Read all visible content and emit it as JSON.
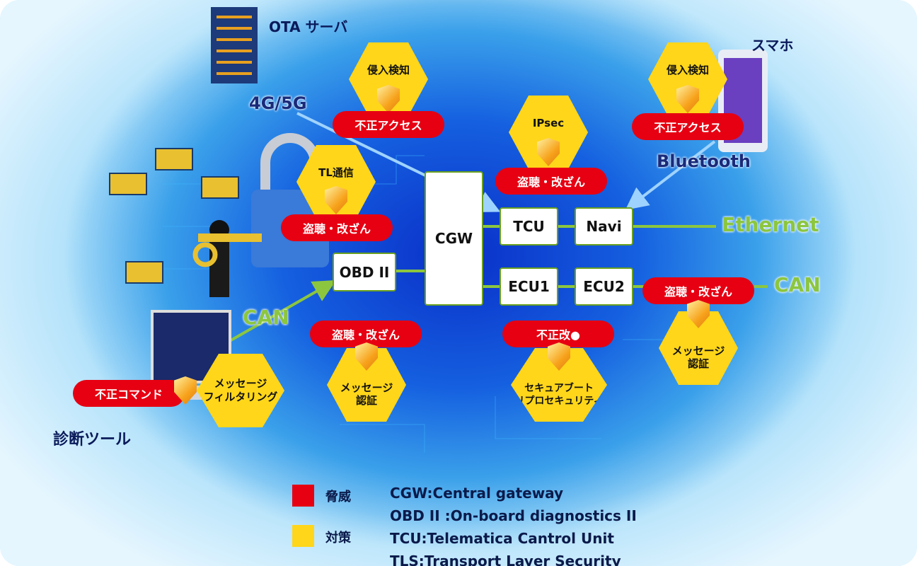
{
  "labels": {
    "ota_server": "OTA サーバ",
    "smartphone": "スマホ",
    "diag_tool": "診断ツール",
    "net_4g5g": "4G/5G",
    "bluetooth": "Bluetooth",
    "ethernet": "Ethernet",
    "can_right": "CAN",
    "can_left": "CAN"
  },
  "nodes": {
    "cgw": "CGW",
    "tcu": "TCU",
    "navi": "Navi",
    "obd": "OBD II",
    "ecu1": "ECU1",
    "ecu2": "ECU2"
  },
  "security": [
    {
      "threat": "不正アクセス",
      "measure": "侵入検知"
    },
    {
      "threat": "盗聴・改ざん",
      "measure": "IPsec"
    },
    {
      "threat": "不正アクセス",
      "measure": "侵入検知"
    },
    {
      "threat": "盗聴・改ざん",
      "measure": "TL通信"
    },
    {
      "threat": "盗聴・改ざん",
      "measure": "メッセージ\n認証"
    },
    {
      "threat": "不正改●",
      "measure": "セキュアブート\nリプロセキュリティ"
    },
    {
      "threat": "盗聴・改ざん",
      "measure": "メッセージ\n認証"
    },
    {
      "threat": "不正コマンド",
      "measure": "メッセージ\nフィルタリング"
    }
  ],
  "legend": {
    "threat": "脅威",
    "measure": "対策",
    "threat_color": "#e60012",
    "measure_color": "#ffd61a",
    "abbreviations": [
      "CGW:Central gateway",
      "OBD II :On-board diagnostics  II",
      "TCU:Telematica Cantrol Unit",
      "TLS:Transport Layer Security"
    ]
  }
}
